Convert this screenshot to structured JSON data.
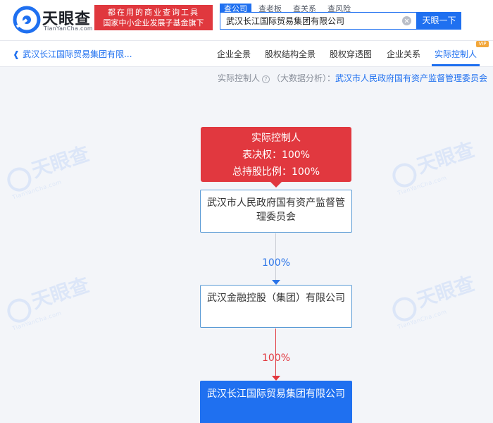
{
  "header": {
    "logo_text": "天眼查",
    "logo_sub": "TianYanCha.com",
    "banner_line1": "都在用的商业查询工具",
    "banner_line2": "国家中小企业发展子基金旗下",
    "search_tabs": [
      {
        "label": "查公司",
        "active": true
      },
      {
        "label": "查老板",
        "active": false
      },
      {
        "label": "查关系",
        "active": false
      },
      {
        "label": "查风险",
        "active": false
      }
    ],
    "search_value": "武汉长江国际贸易集团有限公司",
    "search_button": "天眼一下"
  },
  "navbar": {
    "back_label": "武汉长江国际贸易集团有限...",
    "tabs": [
      {
        "label": "企业全景",
        "active": false
      },
      {
        "label": "股权结构全景",
        "active": false
      },
      {
        "label": "股权穿透图",
        "active": false
      },
      {
        "label": "企业关系",
        "active": false
      },
      {
        "label": "实际控制人",
        "active": true
      }
    ],
    "vip_badge": "VIP"
  },
  "info_row": {
    "label": "实际控制人",
    "help_glyph": "?",
    "note": "（大数据分析）：",
    "controller": "武汉市人民政府国有资产监督管理委员会"
  },
  "chart": {
    "controller_title": "实际控制人",
    "voting_right": "表决权：100%",
    "total_shareholding": "总持股比例：100%",
    "nodes": [
      {
        "name": "武汉市人民政府国有资产监督管理委员会"
      },
      {
        "name": "武汉金融控股（集团）有限公司"
      },
      {
        "name": "武汉长江国际贸易集团有限公司"
      }
    ],
    "edges": [
      {
        "percent": "100%",
        "color": "#2a74e8"
      },
      {
        "percent": "100%",
        "color": "#e1383f"
      }
    ]
  },
  "colors": {
    "accent": "#1f70f0",
    "controller_red": "#e1383f",
    "banner_red": "#e0383e"
  },
  "watermark": {
    "text": "天眼查",
    "sub": "TianYanCha.com"
  }
}
